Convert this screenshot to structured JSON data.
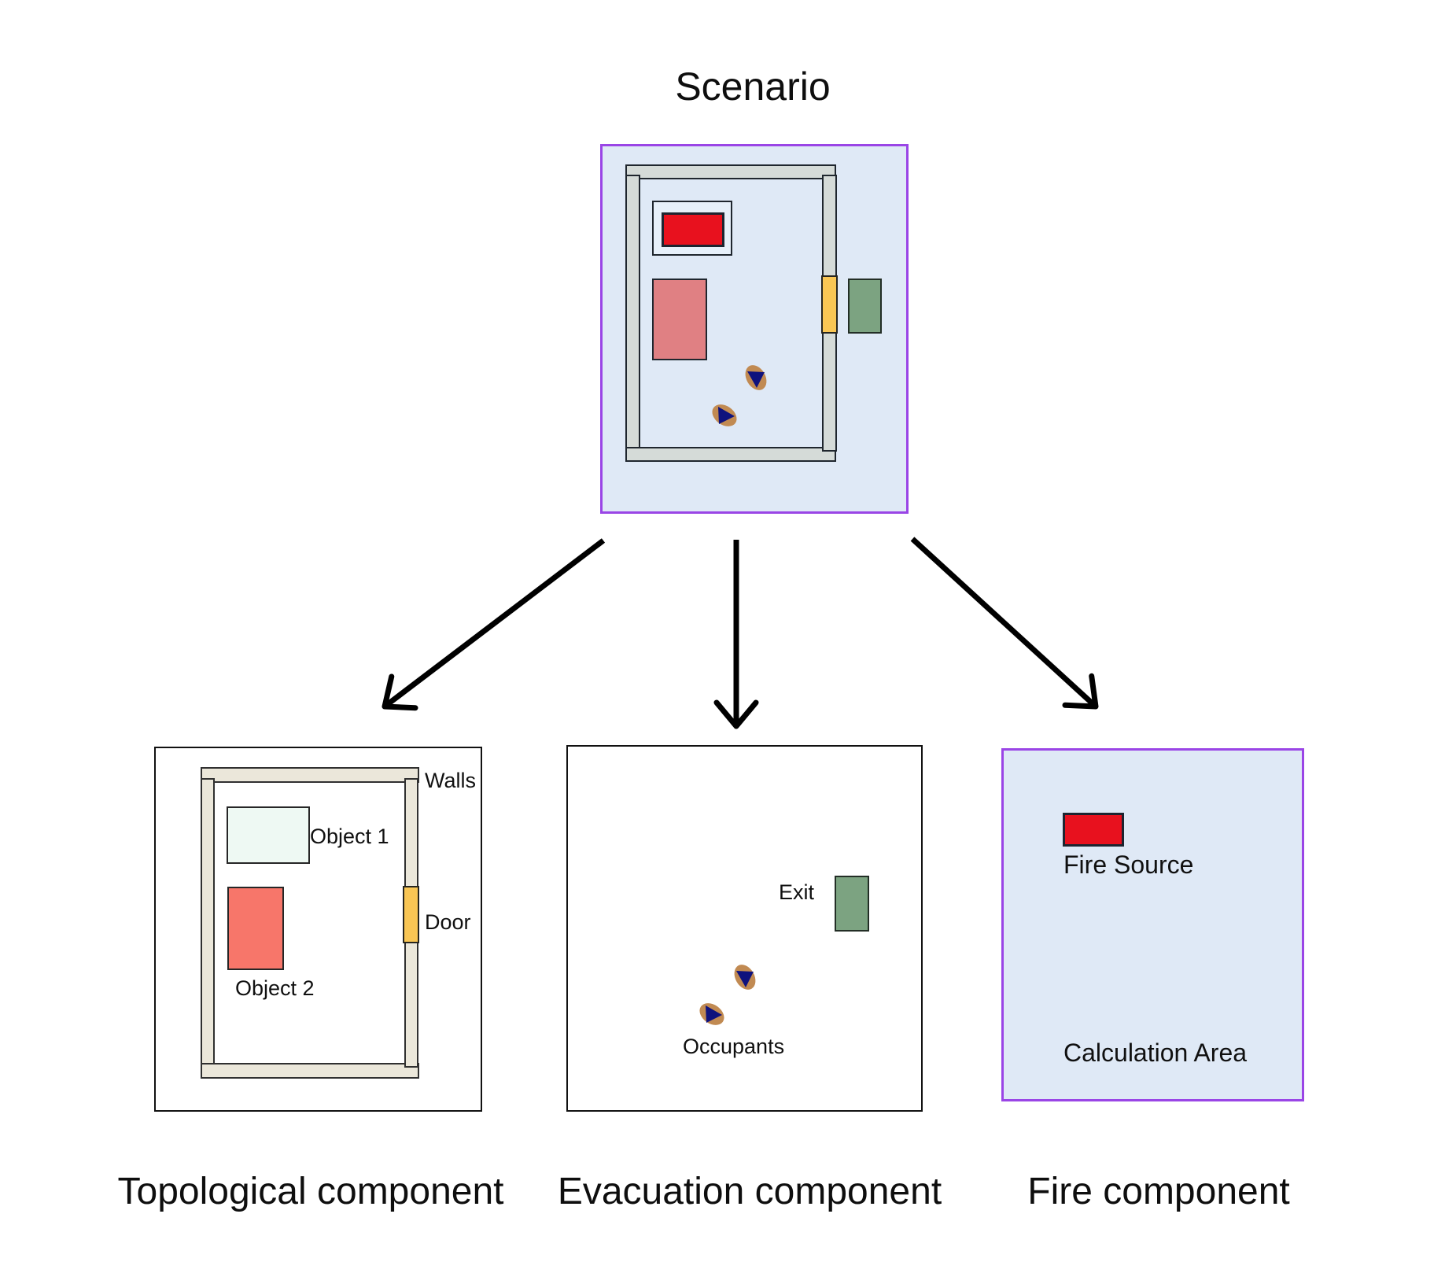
{
  "title": "Scenario",
  "panels": {
    "topological": {
      "caption": "Topological component",
      "labels": {
        "walls": "Walls",
        "object1": "Object 1",
        "object2": "Object 2",
        "door": "Door"
      }
    },
    "evacuation": {
      "caption": "Evacuation component",
      "labels": {
        "exit": "Exit",
        "occupants": "Occupants"
      }
    },
    "fire": {
      "caption": "Fire component",
      "labels": {
        "fire_source": "Fire Source",
        "calculation_area": "Calculation Area"
      }
    }
  },
  "colors": {
    "panel_border_purple": "#9a45e6",
    "panel_bg_blue": "#dfe9f6",
    "wall_gray": "#d5dbd8",
    "wall_cream": "#ebe7da",
    "fire_red": "#e8111e",
    "object1_scenario": "#e7f0fa",
    "object2_scenario": "#e08083",
    "object1_topological": "#eef9f3",
    "object2_topological": "#f7766a",
    "door_orange": "#f9c654",
    "exit_green": "#7ca381",
    "occupant_tan": "#c18a52",
    "occupant_navy": "#0f127d",
    "arrow_black": "#000000"
  }
}
